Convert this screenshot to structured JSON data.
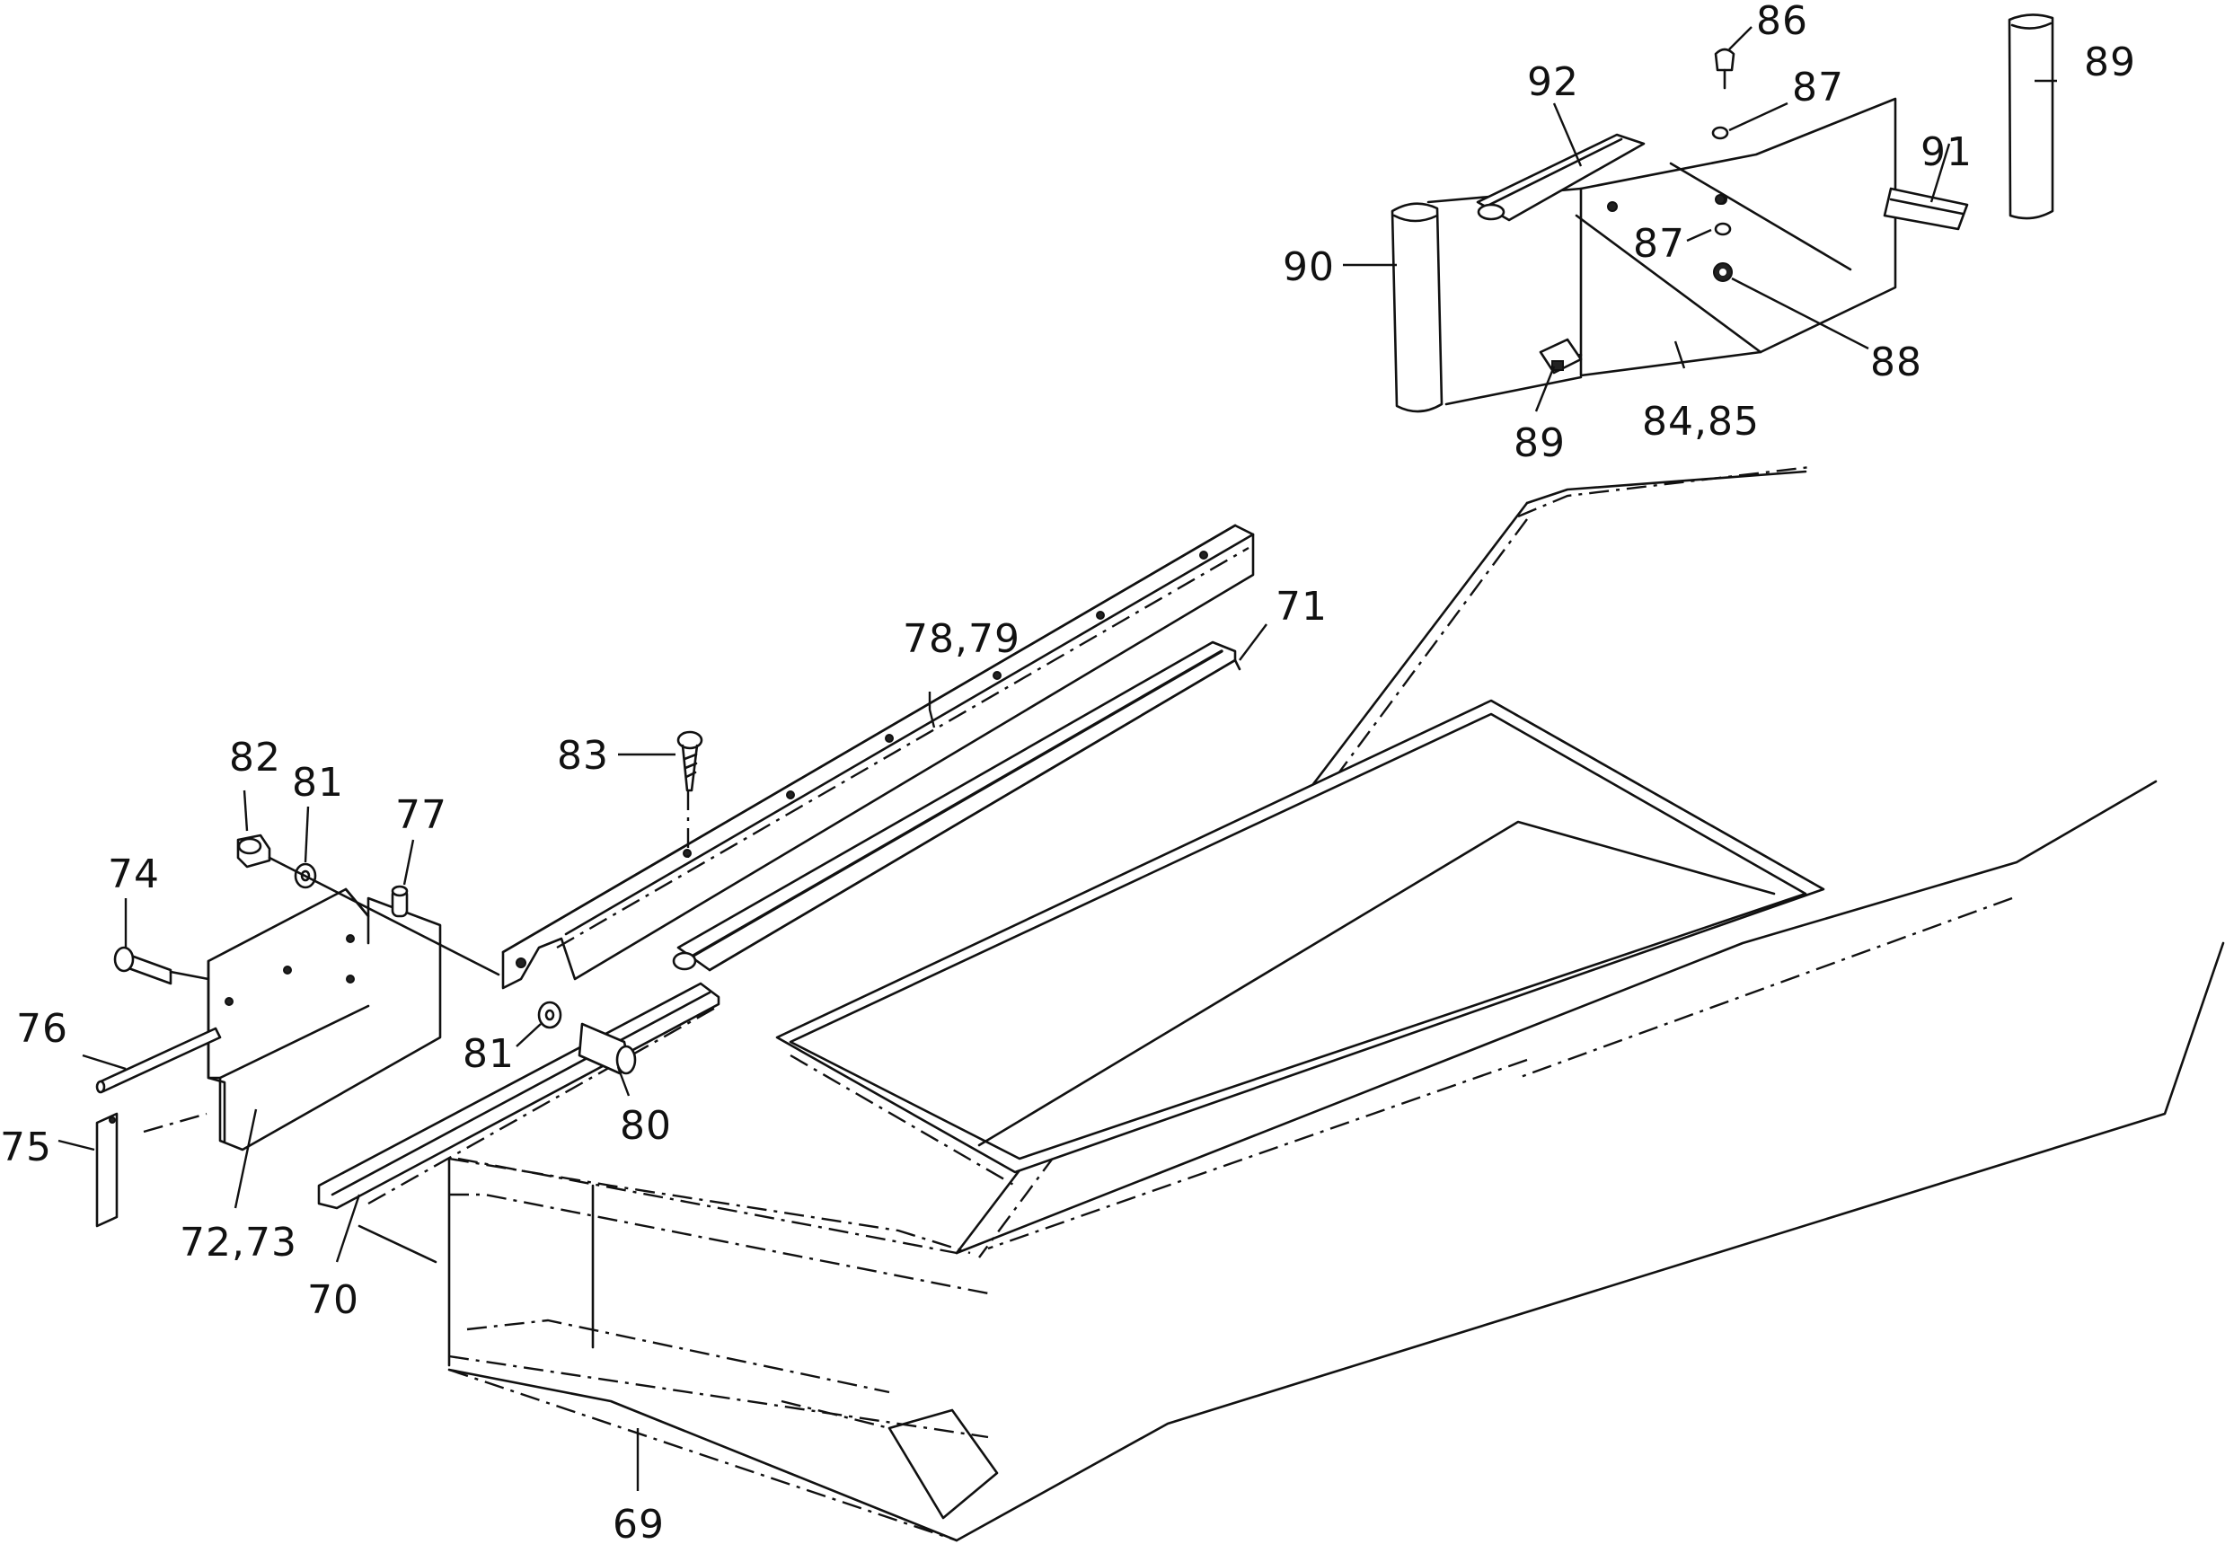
{
  "callouts": [
    {
      "id": "c86",
      "text": "86"
    },
    {
      "id": "c92",
      "text": "92"
    },
    {
      "id": "c87a",
      "text": "87"
    },
    {
      "id": "c89a",
      "text": "89"
    },
    {
      "id": "c91",
      "text": "91"
    },
    {
      "id": "c90",
      "text": "90"
    },
    {
      "id": "c87b",
      "text": "87"
    },
    {
      "id": "c88",
      "text": "88"
    },
    {
      "id": "c84_85",
      "text": "84,85"
    },
    {
      "id": "c89b",
      "text": "89"
    },
    {
      "id": "c78_79",
      "text": "78,79"
    },
    {
      "id": "c71",
      "text": "71"
    },
    {
      "id": "c83",
      "text": "83"
    },
    {
      "id": "c82",
      "text": "82"
    },
    {
      "id": "c81a",
      "text": "81"
    },
    {
      "id": "c77",
      "text": "77"
    },
    {
      "id": "c74",
      "text": "74"
    },
    {
      "id": "c76",
      "text": "76"
    },
    {
      "id": "c81b",
      "text": "81"
    },
    {
      "id": "c80",
      "text": "80"
    },
    {
      "id": "c75",
      "text": "75"
    },
    {
      "id": "c72_73",
      "text": "72,73"
    },
    {
      "id": "c70",
      "text": "70"
    },
    {
      "id": "c69",
      "text": "69"
    }
  ]
}
